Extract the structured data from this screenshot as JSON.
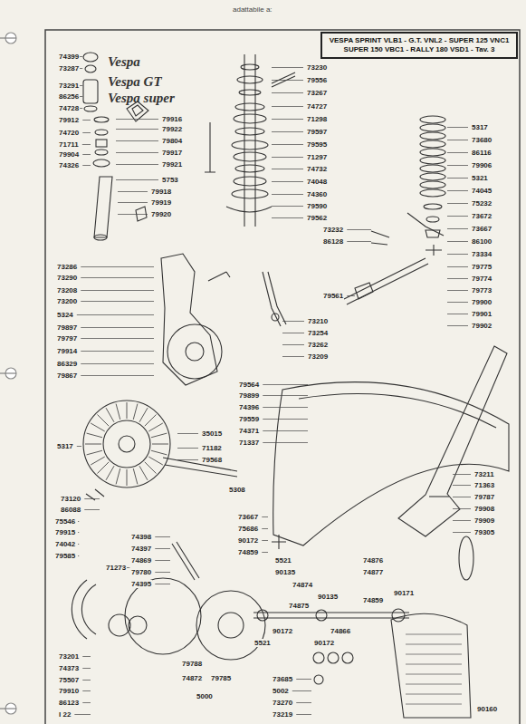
{
  "diagram": {
    "nodes": [
      {
        "text": [
          "VESPA SPRINT VLB1 - G.T. VNL2 - SUPER 125 VNC1 SUPER 150 VBC1 - RALLY 180 VSD1 - Tav. 3"
        ]
      }
    ],
    "labels": [
      "adattabile a:",
      "74399",
      "73287",
      "73291",
      "86256",
      "74728",
      "Vespa",
      "Vespa GT",
      "Vespa super",
      "79912",
      "74720",
      "71711",
      "79904",
      "74326",
      "79916",
      "79922",
      "79804",
      "79917",
      "79921",
      "5753",
      "79918",
      "79919",
      "79920",
      "73286",
      "73290",
      "73208",
      "73200",
      "5324",
      "79897",
      "79797",
      "79914",
      "86329",
      "79867",
      "5317",
      "73120",
      "86088",
      "75546",
      "79915",
      "74042",
      "79585",
      "73201",
      "74373",
      "75507",
      "79910",
      "86123",
      "I 22",
      "71273",
      "74398",
      "74397",
      "74869",
      "79780",
      "74395",
      "79788",
      "74872",
      "79785",
      "5000",
      "73230",
      "79556",
      "73267",
      "74727",
      "71298",
      "79597",
      "79595",
      "71297",
      "74732",
      "74048",
      "74360",
      "79590",
      "79562",
      "73232",
      "86128",
      "73210",
      "73254",
      "73262",
      "73209",
      "79564",
      "79899",
      "74396",
      "79559",
      "74371",
      "71337",
      "35015",
      "71182",
      "79568",
      "5308",
      "73667",
      "75686",
      "90172",
      "74859",
      "5521",
      "90135",
      "74874",
      "90135",
      "74875",
      "90172",
      "5521",
      "74866",
      "90172",
      "73685",
      "5002",
      "73270",
      "73219",
      "74876",
      "74877",
      "74859",
      "90171",
      "5317",
      "73680",
      "86116",
      "79906",
      "5321",
      "74045",
      "75232",
      "73672",
      "73667",
      "86100",
      "73334",
      "79775",
      "79774",
      "79773",
      "79900",
      "79901",
      "79902",
      "79561",
      "73211",
      "71363",
      "79787",
      "79908",
      "79909",
      "79305",
      "90160"
    ]
  }
}
